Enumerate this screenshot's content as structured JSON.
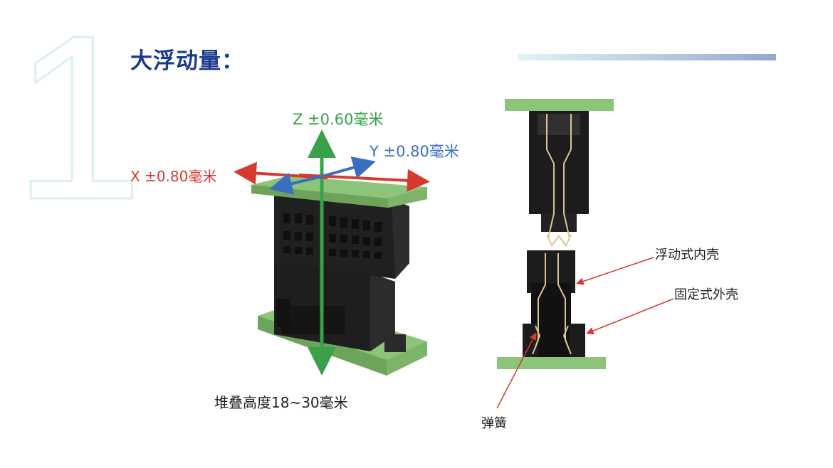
{
  "slide": {
    "number": "1",
    "title": "大浮动量：",
    "accent_color": "#1a3a8c"
  },
  "axes": {
    "z_label": "Z ±0.60毫米",
    "y_label": "Y ±0.80毫米",
    "x_label": "X ±0.80毫米",
    "z_color": "#3aa04a",
    "y_color": "#3a6fc0",
    "x_color": "#d63a2e"
  },
  "stack_height": "堆叠高度18~30毫米",
  "callouts": {
    "inner_shell": "浮动式内壳",
    "outer_shell": "固定式外壳",
    "spring": "弹簧"
  },
  "colors": {
    "pcb_green": "#8cc47a",
    "connector_black": "#1b1b1b"
  }
}
